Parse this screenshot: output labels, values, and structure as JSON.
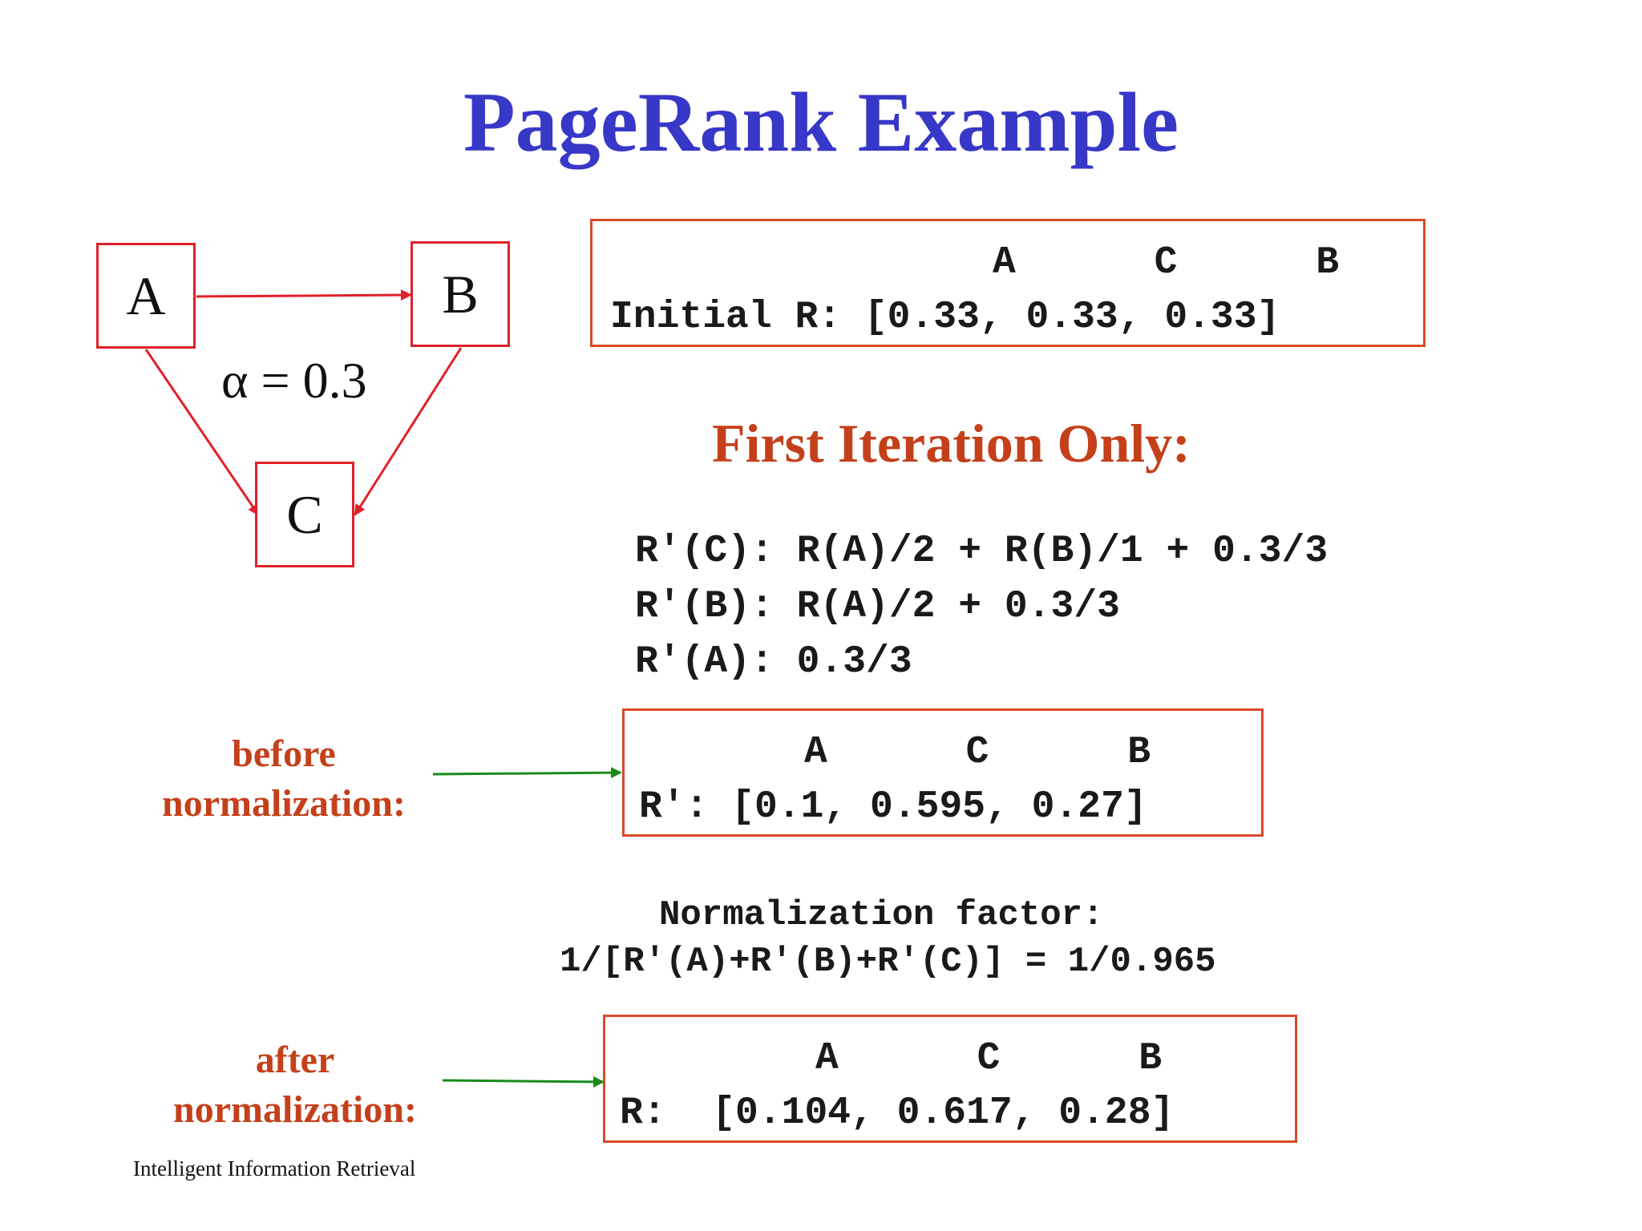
{
  "title": "PageRank Example",
  "graph": {
    "nodes": {
      "a": "A",
      "b": "B",
      "c": "C"
    },
    "alpha_label": "α = 0.3",
    "edge_color": "#e0202a"
  },
  "initial": {
    "header": "A      C      B",
    "row": "Initial R: [0.33, 0.33, 0.33]"
  },
  "first_iteration_heading": "First Iteration Only:",
  "equations": [
    "R′(C): R(A)/2 + R(B)/1 + 0.3/3",
    "R′(B): R(A)/2 + 0.3/3",
    "R′(A): 0.3/3"
  ],
  "before": {
    "label_line1": "before",
    "label_line2": "normalization:",
    "header": "A      C      B",
    "row": "R′: [0.1, 0.595, 0.27]"
  },
  "normalization": {
    "line1": "Normalization factor:",
    "line2": "1/[R′(A)+R′(B)+R′(C)] = 1/0.965"
  },
  "after": {
    "label_line1": "after",
    "label_line2": "normalization:",
    "header": "A      C      B",
    "row": "R:  [0.104, 0.617, 0.28]"
  },
  "footer": "Intelligent Information Retrieval",
  "colors": {
    "title": "#3737c8",
    "accent_orange": "#c4401a",
    "box_border": "#d84a2a",
    "pointer_arrow": "#1a8a1a"
  }
}
